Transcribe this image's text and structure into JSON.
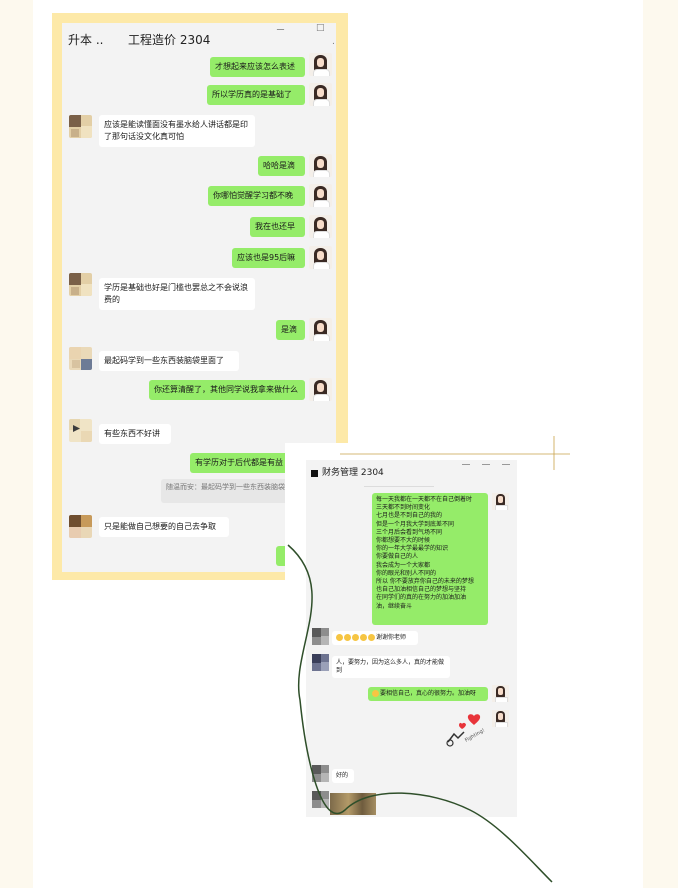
{
  "chat1": {
    "title_left": "升本 ..",
    "title_main": "工程造价 2304",
    "controls": [
      "ー",
      "□"
    ],
    "messages": [
      {
        "side": "right",
        "text": "才想起来应该怎么表述"
      },
      {
        "side": "right",
        "text": "所以学历真的是基础了"
      },
      {
        "side": "left",
        "text": "应该是能读懂面没有墨水给人讲话都是印了那句话没文化真可怕"
      },
      {
        "side": "right",
        "text": "哈哈是滴"
      },
      {
        "side": "right",
        "text": "你哪怕觉醒学习都不晚"
      },
      {
        "side": "right",
        "text": "我在也还早"
      },
      {
        "side": "right",
        "text": "应该也是95后嘛"
      },
      {
        "side": "left",
        "text": "学历是基础也好是门槛也罢总之不会说浪费的"
      },
      {
        "side": "right",
        "text": "是滴"
      },
      {
        "side": "left",
        "text": "最起码学到一些东西装脑袋里面了"
      },
      {
        "side": "right",
        "text": "你还算清醒了，其他同学说我拿来做什么"
      },
      {
        "side": "left",
        "text": "有些东西不好讲"
      },
      {
        "side": "right",
        "text": "有学历对于后代都是有益"
      },
      {
        "side": "quote",
        "text": "随温而安：最起码学到一些东西装脑袋里面了"
      },
      {
        "side": "left",
        "text": "只是能做自己想要的自己去争取"
      }
    ]
  },
  "chat2": {
    "title": "财务管理 2304",
    "long_message": [
      "每一天我都在一天都不在自己倒着时",
      "三天都不到时间变化",
      "七月也是不到自己的我的",
      "但是一个月我大学到底差不同",
      "三个月后会看到气场不同",
      "你都想要不大的时候",
      "你的一年大学最最学的知识",
      "你要做自己的人",
      "我会成为一个大家都",
      "你的眼光和别人不同的",
      "所以 你不要放弃你自己的未来的梦想",
      "也自己加油相信自己的梦想与坚持",
      "在同学们的真的在努力的加油加油",
      "油，继续奋斗"
    ],
    "messages": [
      {
        "side": "left",
        "text": "谢谢你老师"
      },
      {
        "side": "left",
        "text": "人，要努力，因为这么多人，真的才能做到"
      },
      {
        "side": "right",
        "text": "要相信自己，真心的很努力。加油呀"
      },
      {
        "side": "left",
        "text": "好的"
      }
    ],
    "sticker_text": "Fighting!"
  },
  "colors": {
    "green_bubble": "#95ec69",
    "frame_yellow": "#fde9a8",
    "window_bg": "#f3f3f3",
    "curve": "#2f4f2a",
    "crosshair": "#c9a24a"
  }
}
